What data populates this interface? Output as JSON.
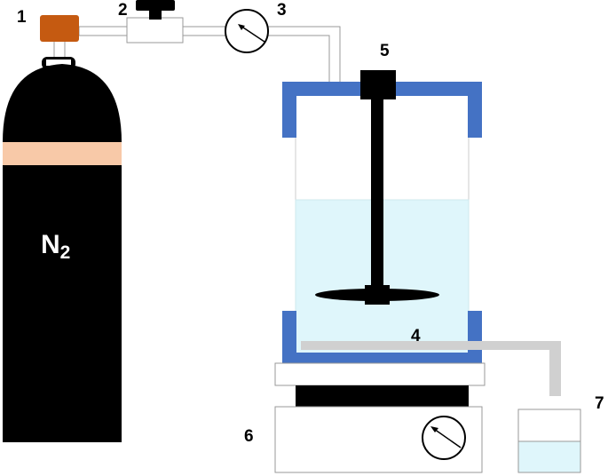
{
  "labels": {
    "n1": "1",
    "n2": "2",
    "n3": "3",
    "n4": "4",
    "n5": "5",
    "n6": "6",
    "n7": "7"
  },
  "cylinder": {
    "gas_symbol": "N",
    "gas_subscript": "2"
  },
  "colors": {
    "cylinder_body": "#000000",
    "cylinder_band": "#f8c9a8",
    "regulator": "#c55a11",
    "reactor_clamp": "#4472c4",
    "liquid": "#dff6fb",
    "tubing": "#d0d0d0"
  }
}
